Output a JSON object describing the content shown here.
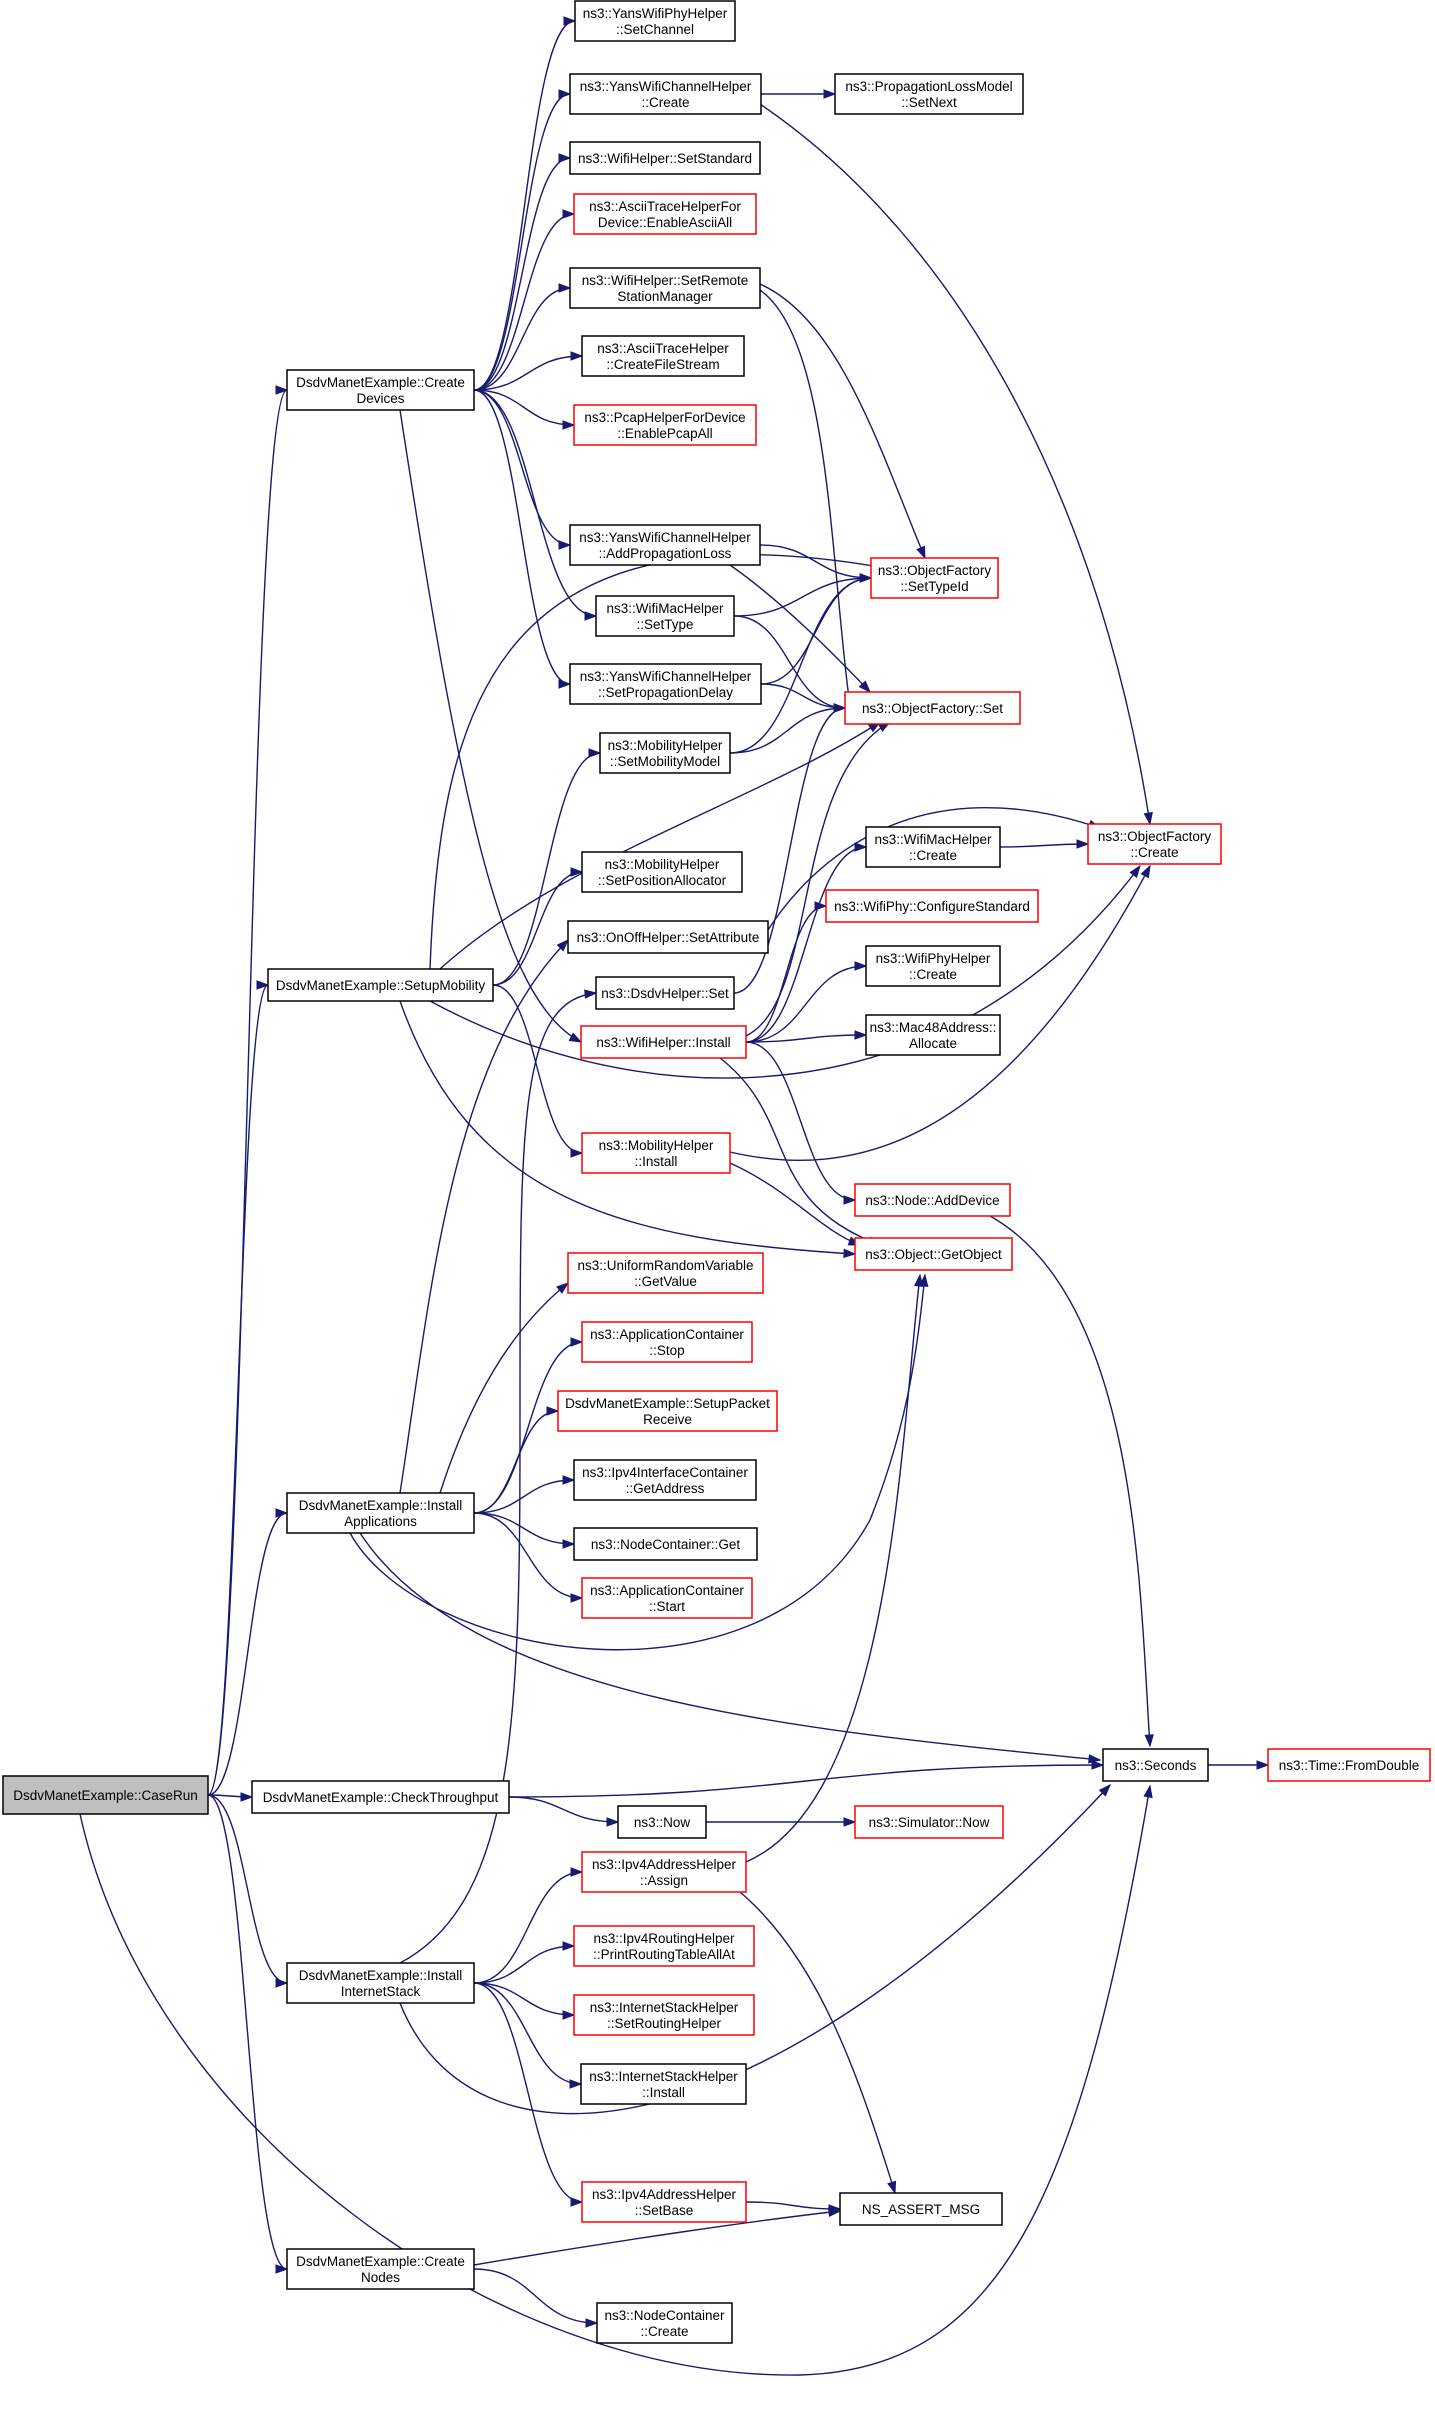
{
  "colors": {
    "edge": "#191970",
    "normal_border": "#000000",
    "truncated_border": "#ff0000",
    "root_fill": "#bfbfbf",
    "node_fill": "#ffffff"
  },
  "nodes": [
    {
      "id": "caserun",
      "lines": [
        "DsdvManetExample::CaseRun"
      ],
      "style": "root"
    },
    {
      "id": "createdevices",
      "lines": [
        "DsdvManetExample::Create",
        "Devices"
      ],
      "style": "normal"
    },
    {
      "id": "setupmobility",
      "lines": [
        "DsdvManetExample::SetupMobility"
      ],
      "style": "normal"
    },
    {
      "id": "installapps",
      "lines": [
        "DsdvManetExample::Install",
        "Applications"
      ],
      "style": "normal"
    },
    {
      "id": "checkthroughput",
      "lines": [
        "DsdvManetExample::CheckThroughput"
      ],
      "style": "normal"
    },
    {
      "id": "installstack",
      "lines": [
        "DsdvManetExample::Install",
        "InternetStack"
      ],
      "style": "normal"
    },
    {
      "id": "createnodes",
      "lines": [
        "DsdvManetExample::Create",
        "Nodes"
      ],
      "style": "normal"
    },
    {
      "id": "yansphy_setchannel",
      "lines": [
        "ns3::YansWifiPhyHelper",
        "::SetChannel"
      ],
      "style": "normal"
    },
    {
      "id": "yanschan_create",
      "lines": [
        "ns3::YansWifiChannelHelper",
        "::Create"
      ],
      "style": "normal"
    },
    {
      "id": "wifihelper_setstd",
      "lines": [
        "ns3::WifiHelper::SetStandard"
      ],
      "style": "normal"
    },
    {
      "id": "ascii_enableall",
      "lines": [
        "ns3::AsciiTraceHelperFor",
        "Device::EnableAsciiAll"
      ],
      "style": "truncated"
    },
    {
      "id": "wifihelper_setremote",
      "lines": [
        "ns3::WifiHelper::SetRemote",
        "StationManager"
      ],
      "style": "normal"
    },
    {
      "id": "ascii_createfile",
      "lines": [
        "ns3::AsciiTraceHelper",
        "::CreateFileStream"
      ],
      "style": "normal"
    },
    {
      "id": "pcap_enableall",
      "lines": [
        "ns3::PcapHelperForDevice",
        "::EnablePcapAll"
      ],
      "style": "truncated"
    },
    {
      "id": "yanschan_addloss",
      "lines": [
        "ns3::YansWifiChannelHelper",
        "::AddPropagationLoss"
      ],
      "style": "normal"
    },
    {
      "id": "wifimac_settype",
      "lines": [
        "ns3::WifiMacHelper",
        "::SetType"
      ],
      "style": "normal"
    },
    {
      "id": "yanschan_setdelay",
      "lines": [
        "ns3::YansWifiChannelHelper",
        "::SetPropagationDelay"
      ],
      "style": "normal"
    },
    {
      "id": "mobility_setmodel",
      "lines": [
        "ns3::MobilityHelper",
        "::SetMobilityModel"
      ],
      "style": "normal"
    },
    {
      "id": "mobility_setpos",
      "lines": [
        "ns3::MobilityHelper",
        "::SetPositionAllocator"
      ],
      "style": "normal"
    },
    {
      "id": "onoff_setattr",
      "lines": [
        "ns3::OnOffHelper::SetAttribute"
      ],
      "style": "normal"
    },
    {
      "id": "dsdv_set",
      "lines": [
        "ns3::DsdvHelper::Set"
      ],
      "style": "normal"
    },
    {
      "id": "wifihelper_install",
      "lines": [
        "ns3::WifiHelper::Install"
      ],
      "style": "truncated"
    },
    {
      "id": "mobility_install",
      "lines": [
        "ns3::MobilityHelper",
        "::Install"
      ],
      "style": "truncated"
    },
    {
      "id": "urv_getvalue",
      "lines": [
        "ns3::UniformRandomVariable",
        "::GetValue"
      ],
      "style": "truncated"
    },
    {
      "id": "appc_stop",
      "lines": [
        "ns3::ApplicationContainer",
        "::Stop"
      ],
      "style": "truncated"
    },
    {
      "id": "setuppacket",
      "lines": [
        "DsdvManetExample::SetupPacket",
        "Receive"
      ],
      "style": "truncated"
    },
    {
      "id": "ipv4ic_getaddr",
      "lines": [
        "ns3::Ipv4InterfaceContainer",
        "::GetAddress"
      ],
      "style": "normal"
    },
    {
      "id": "nodec_get",
      "lines": [
        "ns3::NodeContainer::Get"
      ],
      "style": "normal"
    },
    {
      "id": "appc_start",
      "lines": [
        "ns3::ApplicationContainer",
        "::Start"
      ],
      "style": "truncated"
    },
    {
      "id": "now",
      "lines": [
        "ns3::Now"
      ],
      "style": "normal"
    },
    {
      "id": "ipv4addr_assign",
      "lines": [
        "ns3::Ipv4AddressHelper",
        "::Assign"
      ],
      "style": "truncated"
    },
    {
      "id": "ipv4routing_print",
      "lines": [
        "ns3::Ipv4RoutingHelper",
        "::PrintRoutingTableAllAt"
      ],
      "style": "truncated"
    },
    {
      "id": "stack_setrouting",
      "lines": [
        "ns3::InternetStackHelper",
        "::SetRoutingHelper"
      ],
      "style": "truncated"
    },
    {
      "id": "stack_install",
      "lines": [
        "ns3::InternetStackHelper",
        "::Install"
      ],
      "style": "normal"
    },
    {
      "id": "ipv4addr_setbase",
      "lines": [
        "ns3::Ipv4AddressHelper",
        "::SetBase"
      ],
      "style": "truncated"
    },
    {
      "id": "nodec_create",
      "lines": [
        "ns3::NodeContainer",
        "::Create"
      ],
      "style": "normal"
    },
    {
      "id": "proploss_setnext",
      "lines": [
        "ns3::PropagationLossModel",
        "::SetNext"
      ],
      "style": "normal"
    },
    {
      "id": "objf_settypeid",
      "lines": [
        "ns3::ObjectFactory",
        "::SetTypeId"
      ],
      "style": "truncated"
    },
    {
      "id": "objf_set",
      "lines": [
        "ns3::ObjectFactory::Set"
      ],
      "style": "truncated"
    },
    {
      "id": "wifimac_create",
      "lines": [
        "ns3::WifiMacHelper",
        "::Create"
      ],
      "style": "normal"
    },
    {
      "id": "wifiphy_config",
      "lines": [
        "ns3::WifiPhy::ConfigureStandard"
      ],
      "style": "truncated"
    },
    {
      "id": "wifiphyhelper_create",
      "lines": [
        "ns3::WifiPhyHelper",
        "::Create"
      ],
      "style": "normal"
    },
    {
      "id": "mac48_allocate",
      "lines": [
        "ns3::Mac48Address::",
        "Allocate"
      ],
      "style": "normal"
    },
    {
      "id": "node_adddevice",
      "lines": [
        "ns3::Node::AddDevice"
      ],
      "style": "truncated"
    },
    {
      "id": "object_getobject",
      "lines": [
        "ns3::Object::GetObject"
      ],
      "style": "truncated"
    },
    {
      "id": "simulator_now",
      "lines": [
        "ns3::Simulator::Now"
      ],
      "style": "truncated"
    },
    {
      "id": "ns_assert",
      "lines": [
        "NS_ASSERT_MSG"
      ],
      "style": "normal"
    },
    {
      "id": "objf_create",
      "lines": [
        "ns3::ObjectFactory",
        "::Create"
      ],
      "style": "truncated"
    },
    {
      "id": "seconds",
      "lines": [
        "ns3::Seconds"
      ],
      "style": "normal"
    },
    {
      "id": "time_fromdouble",
      "lines": [
        "ns3::Time::FromDouble"
      ],
      "style": "truncated"
    }
  ],
  "edges": [
    [
      "caserun",
      "createdevices"
    ],
    [
      "caserun",
      "setupmobility"
    ],
    [
      "caserun",
      "installapps"
    ],
    [
      "caserun",
      "checkthroughput"
    ],
    [
      "caserun",
      "installstack"
    ],
    [
      "caserun",
      "createnodes"
    ],
    [
      "caserun",
      "seconds"
    ],
    [
      "createdevices",
      "yansphy_setchannel"
    ],
    [
      "createdevices",
      "yanschan_create"
    ],
    [
      "createdevices",
      "wifihelper_setstd"
    ],
    [
      "createdevices",
      "ascii_enableall"
    ],
    [
      "createdevices",
      "wifihelper_setremote"
    ],
    [
      "createdevices",
      "ascii_createfile"
    ],
    [
      "createdevices",
      "pcap_enableall"
    ],
    [
      "createdevices",
      "yanschan_addloss"
    ],
    [
      "createdevices",
      "wifimac_settype"
    ],
    [
      "createdevices",
      "yanschan_setdelay"
    ],
    [
      "createdevices",
      "wifihelper_install"
    ],
    [
      "yanschan_create",
      "proploss_setnext"
    ],
    [
      "yanschan_create",
      "objf_create"
    ],
    [
      "wifihelper_setremote",
      "objf_settypeid"
    ],
    [
      "wifihelper_setremote",
      "objf_set"
    ],
    [
      "yanschan_addloss",
      "objf_settypeid"
    ],
    [
      "yanschan_addloss",
      "objf_set"
    ],
    [
      "wifimac_settype",
      "objf_settypeid"
    ],
    [
      "wifimac_settype",
      "objf_set"
    ],
    [
      "yanschan_setdelay",
      "objf_settypeid"
    ],
    [
      "yanschan_setdelay",
      "objf_set"
    ],
    [
      "mobility_setmodel",
      "objf_settypeid"
    ],
    [
      "mobility_setmodel",
      "objf_set"
    ],
    [
      "setupmobility",
      "mobility_setmodel"
    ],
    [
      "setupmobility",
      "mobility_setpos"
    ],
    [
      "setupmobility",
      "objf_set"
    ],
    [
      "setupmobility",
      "objf_settypeid"
    ],
    [
      "setupmobility",
      "mobility_install"
    ],
    [
      "setupmobility",
      "object_getobject"
    ],
    [
      "setupmobility",
      "objf_create"
    ],
    [
      "onoff_setattr",
      "objf_create"
    ],
    [
      "dsdv_set",
      "objf_set"
    ],
    [
      "wifihelper_install",
      "wifimac_create"
    ],
    [
      "wifihelper_install",
      "wifiphy_config"
    ],
    [
      "wifihelper_install",
      "wifiphyhelper_create"
    ],
    [
      "wifihelper_install",
      "mac48_allocate"
    ],
    [
      "wifihelper_install",
      "node_adddevice"
    ],
    [
      "wifihelper_install",
      "object_getobject"
    ],
    [
      "wifihelper_install",
      "objf_set"
    ],
    [
      "wifimac_create",
      "objf_create"
    ],
    [
      "mobility_install",
      "object_getobject"
    ],
    [
      "mobility_install",
      "objf_create"
    ],
    [
      "node_adddevice",
      "seconds"
    ],
    [
      "installapps",
      "urv_getvalue"
    ],
    [
      "installapps",
      "appc_stop"
    ],
    [
      "installapps",
      "setuppacket"
    ],
    [
      "installapps",
      "ipv4ic_getaddr"
    ],
    [
      "installapps",
      "nodec_get"
    ],
    [
      "installapps",
      "appc_start"
    ],
    [
      "installapps",
      "onoff_setattr"
    ],
    [
      "installapps",
      "seconds"
    ],
    [
      "installapps",
      "object_getobject"
    ],
    [
      "checkthroughput",
      "seconds"
    ],
    [
      "checkthroughput",
      "now"
    ],
    [
      "now",
      "simulator_now"
    ],
    [
      "seconds",
      "time_fromdouble"
    ],
    [
      "installstack",
      "ipv4addr_assign"
    ],
    [
      "installstack",
      "ipv4routing_print"
    ],
    [
      "installstack",
      "stack_setrouting"
    ],
    [
      "installstack",
      "stack_install"
    ],
    [
      "installstack",
      "ipv4addr_setbase"
    ],
    [
      "installstack",
      "dsdv_set"
    ],
    [
      "installstack",
      "seconds"
    ],
    [
      "ipv4addr_assign",
      "object_getobject"
    ],
    [
      "ipv4addr_assign",
      "ns_assert"
    ],
    [
      "ipv4addr_setbase",
      "ns_assert"
    ],
    [
      "createnodes",
      "ns_assert"
    ],
    [
      "createnodes",
      "nodec_create"
    ]
  ]
}
